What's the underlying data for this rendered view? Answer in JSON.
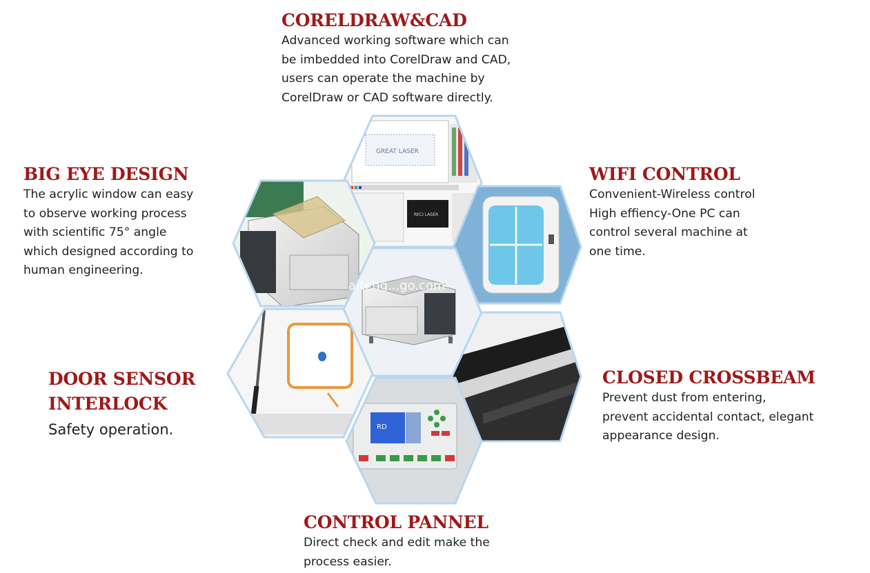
{
  "features": {
    "coreldraw": {
      "title": "CORELDRAW&CAD",
      "description": "Advanced working software which can\nbe imbedded into CorelDraw and CAD,\nusers can operate the machine by\nCorelDraw or CAD software directly."
    },
    "big_eye": {
      "title": "BIG EYE DESIGN",
      "description": "The acrylic window can easy\nto observe working process\nwith scientific 75° angle\nwhich designed according to\nhuman engineering."
    },
    "wifi": {
      "title": "WIFI CONTROL",
      "description": "Convenient-Wireless control\nHigh effiency-One PC can\ncontrol several machine at\none time."
    },
    "door_sensor": {
      "title_line1": "DOOR SENSOR",
      "title_line2": "INTERLOCK",
      "description": "Safety operation."
    },
    "crossbeam": {
      "title": "CLOSED CROSSBEAM",
      "description": "Prevent dust from entering,\nprevent accidental contact, elegant\nappearance design."
    },
    "control_panel": {
      "title": "CONTROL PANNEL",
      "description": "Direct check and edit make the\nprocess easier."
    }
  },
  "watermark": "aiteng...go.com",
  "screen_logo": "RD",
  "colors": {
    "title_red": "#a01818",
    "hex_border": "#b9d6ee",
    "panel_screen": "#2f63d6",
    "wifi_blue": "#6ec6e8"
  }
}
